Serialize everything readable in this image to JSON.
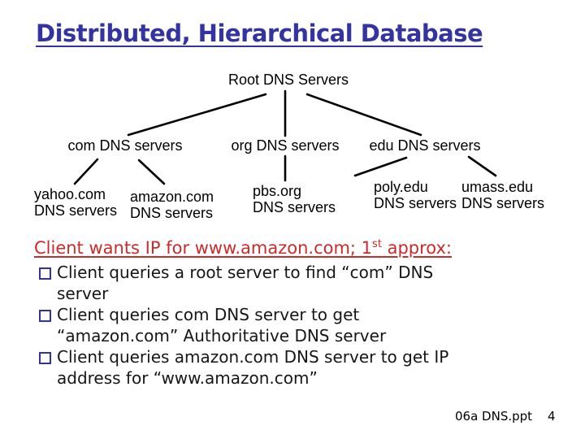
{
  "slide": {
    "title": "Distributed, Hierarchical Database",
    "footer": {
      "filename": "06a DNS.ppt",
      "page_number": "4"
    }
  },
  "colors": {
    "title_blue": "#3333A2",
    "heading_red": "#CC2B2B",
    "bullet_border_navy": "#333399",
    "tree_line_black": "#000000",
    "background": "#FFFFFF"
  },
  "tree": {
    "root": {
      "label": "Root DNS Servers"
    },
    "tier2": [
      {
        "label": "com DNS servers"
      },
      {
        "label": "org DNS servers"
      },
      {
        "label": "edu DNS servers"
      }
    ],
    "tier3": [
      {
        "line1": "yahoo.com",
        "line2": "DNS servers"
      },
      {
        "line1": "amazon.com",
        "line2": "DNS servers"
      },
      {
        "line1": "pbs.org",
        "line2": "DNS servers"
      },
      {
        "line1": "poly.edu",
        "line2": "DNS servers"
      },
      {
        "line1": "umass.edu",
        "line2": "DNS servers"
      }
    ]
  },
  "body": {
    "heading": {
      "pre": "Client wants IP for www.amazon.com; 1",
      "sup": "st",
      "post": " approx:"
    },
    "bullets": [
      {
        "lines": [
          "Client queries a root server to find “com” DNS",
          "server"
        ]
      },
      {
        "lines": [
          "Client queries com DNS server to get",
          "“amazon.com” Authoritative DNS server"
        ]
      },
      {
        "lines": [
          "Client queries amazon.com DNS server to get  IP",
          "address for “www.amazon.com”"
        ]
      }
    ]
  }
}
